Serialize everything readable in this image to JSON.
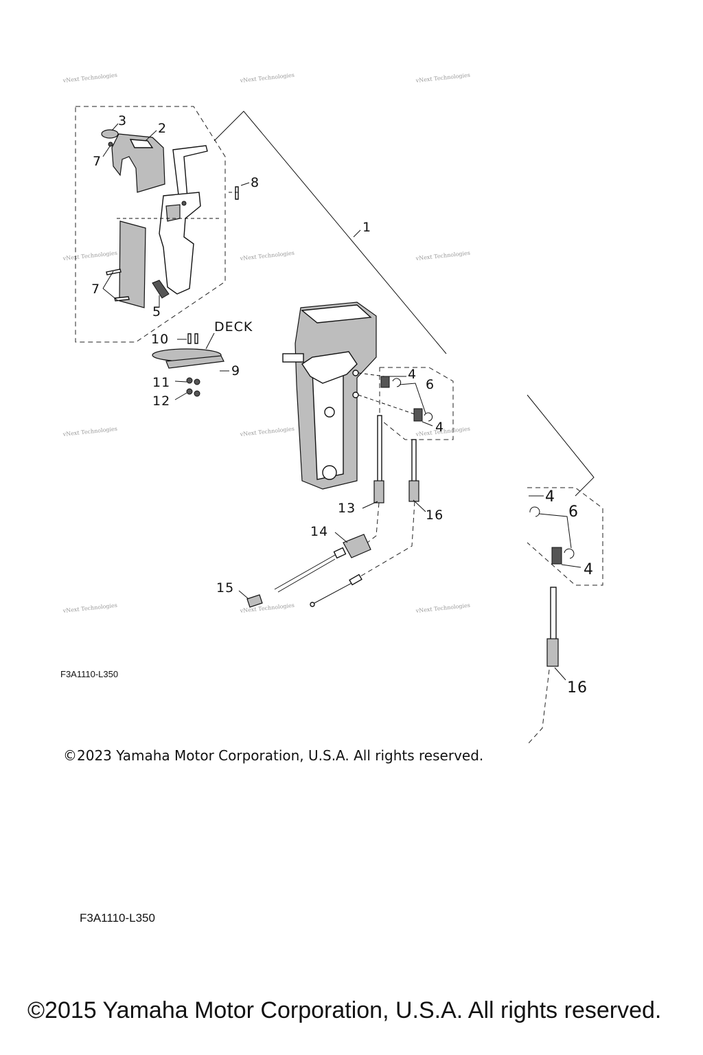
{
  "diagram": {
    "callouts": {
      "c1": "1",
      "c2": "2",
      "c3": "3",
      "c4a": "4",
      "c4b": "4",
      "c4c": "4",
      "c4d": "4",
      "c5": "5",
      "c6a": "6",
      "c6b": "6",
      "c7a": "7",
      "c7b": "7",
      "c8": "8",
      "c9": "9",
      "c10": "10",
      "c11": "11",
      "c12": "12",
      "c13": "13",
      "c14": "14",
      "c15": "15",
      "c16a": "16",
      "c16b": "16"
    },
    "deck_label": "DECK",
    "watermark": "vNext Technologies"
  },
  "codes": {
    "small": "F3A1110-L350",
    "large": "F3A1110-L350"
  },
  "copyrights": {
    "c2023": "©2023 Yamaha Motor Corporation, U.S.A. All rights reserved.",
    "c2015": "©2015 Yamaha Motor Corporation, U.S.A. All rights reserved."
  }
}
